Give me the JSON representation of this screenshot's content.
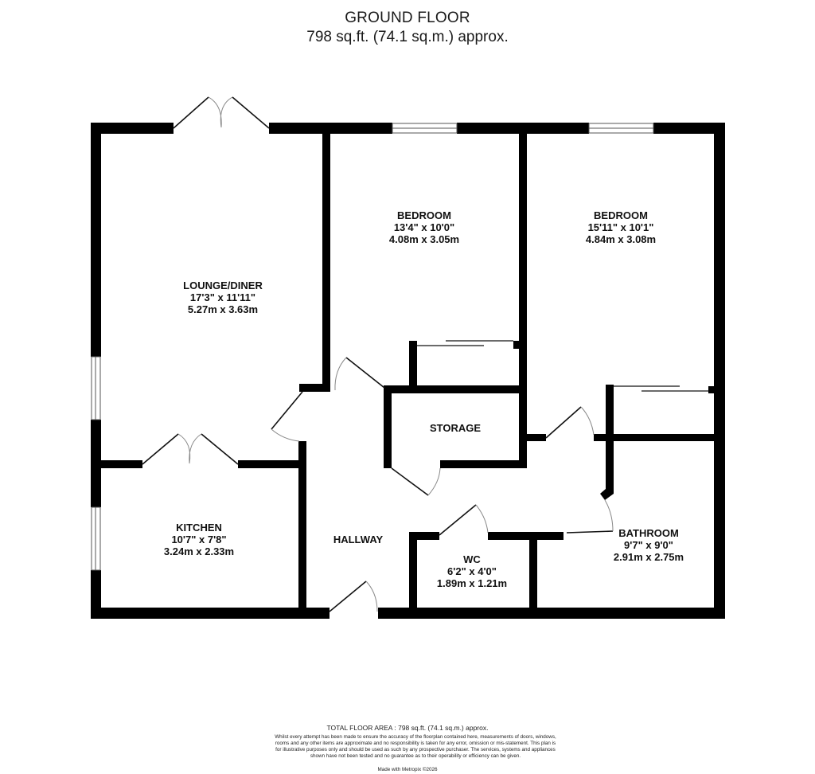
{
  "header": {
    "title": "GROUND FLOOR",
    "area": "798 sq.ft. (74.1 sq.m.) approx."
  },
  "rooms": [
    {
      "id": "lounge",
      "name": "LOUNGE/DINER",
      "imperial": "17'3\"  x 11'11\"",
      "metric": "5.27m  x 3.63m"
    },
    {
      "id": "bedroom1",
      "name": "BEDROOM",
      "imperial": "13'4\"  x 10'0\"",
      "metric": "4.08m  x 3.05m"
    },
    {
      "id": "bedroom2",
      "name": "BEDROOM",
      "imperial": "15'11\"  x 10'1\"",
      "metric": "4.84m  x 3.08m"
    },
    {
      "id": "storage",
      "name": "STORAGE"
    },
    {
      "id": "kitchen",
      "name": "KITCHEN",
      "imperial": "10'7\"  x 7'8\"",
      "metric": "3.24m  x 2.33m"
    },
    {
      "id": "hallway",
      "name": "HALLWAY"
    },
    {
      "id": "wc",
      "name": "WC",
      "imperial": "6'2\"  x 4'0\"",
      "metric": "1.89m  x 1.21m"
    },
    {
      "id": "bathroom",
      "name": "BATHROOM",
      "imperial": "9'7\"  x 9'0\"",
      "metric": "2.91m  x 2.75m"
    }
  ],
  "footer": {
    "total": "TOTAL FLOOR AREA : 798 sq.ft. (74.1 sq.m.) approx.",
    "disclaimer": "Whilst every attempt has been made to ensure the accuracy of the floorplan contained here, measurements of doors, windows, rooms and any other items are approximate and no responsibility is taken for any error, omission or mis-statement. This plan is for illustrative purposes only and should be used as such by any prospective purchaser. The services, systems and appliances shown have not been tested and no guarantee as to their operability or efficiency can be given.",
    "made_with": "Made with Metropix ©2026"
  },
  "colors": {
    "wall": "#000000",
    "background": "#ffffff",
    "door_arc": "#888888"
  }
}
